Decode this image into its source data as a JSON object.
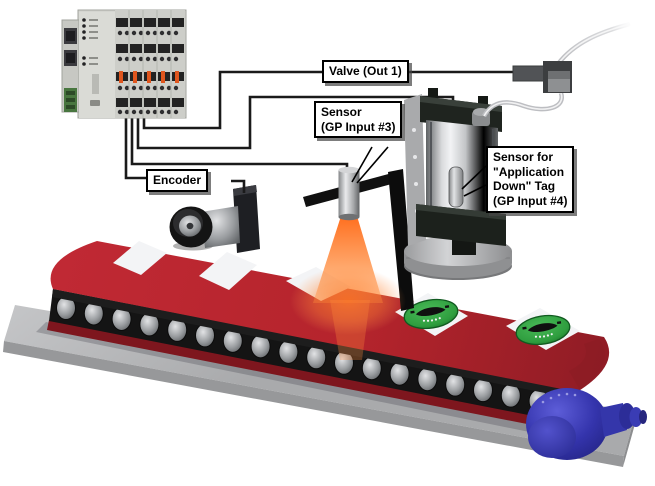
{
  "scene": {
    "description": "Label applicator conveyor system wiring diagram"
  },
  "callouts": {
    "valve": {
      "text": "Valve (Out 1)"
    },
    "sensor_gp3": {
      "lines": [
        "Sensor",
        "(GP Input #3)"
      ]
    },
    "sensor_gp4": {
      "lines": [
        "Sensor for",
        "\"Application",
        "Down\" Tag",
        "(GP Input #4)"
      ]
    },
    "encoder": {
      "text": "Encoder"
    }
  },
  "components": [
    "plc-io-controller",
    "encoder-wheel",
    "overhead-sensor",
    "applicator-cylinder",
    "cylinder-position-sensor",
    "air-valve",
    "air-tubing",
    "conveyor-belt",
    "base-platform",
    "drive-motor",
    "blank-product-labels",
    "applied-product-labels"
  ],
  "colors": {
    "belt_red": "#b5242c",
    "platform_gray": "#b7b8ba",
    "motor_blue": "#3434ac",
    "label_green": "#2f9e3f",
    "beam_orange": "#ff7a1e",
    "wire_black": "#1a1a1a"
  }
}
